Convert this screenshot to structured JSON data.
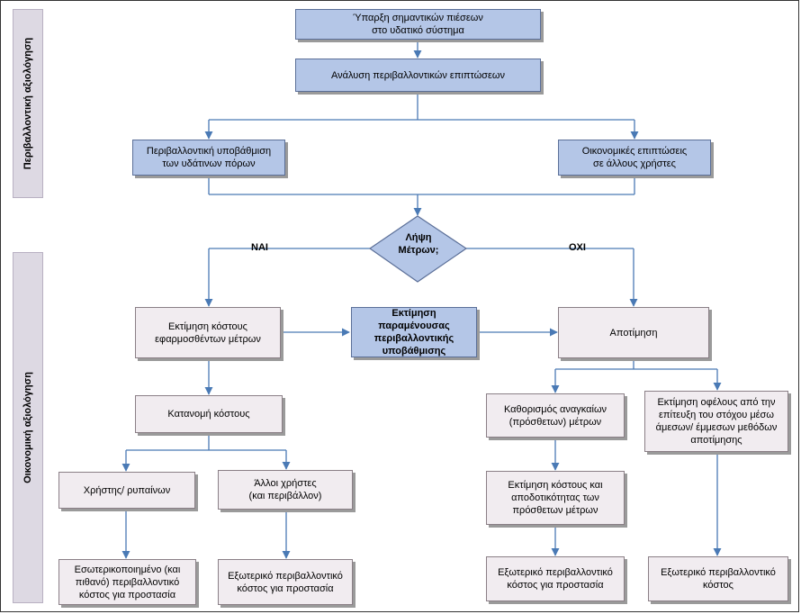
{
  "side_labels": {
    "environmental": "Περιβαλλοντική αξιολόγηση",
    "economic": "Οικονομική αξιολόγηση"
  },
  "boxes": {
    "pressures": "Ύπαρξη σημαντικών πιέσεων\nστο υδατικό σύστημα",
    "impact_analysis": "Ανάλυση περιβαλλοντικών επιπτώσεων",
    "degradation": "Περιβαλλοντική υποβάθμιση\nτων υδάτινων πόρων",
    "economic_impacts": "Οικονομικές επιπτώσεις\nσε άλλους χρήστες",
    "applied_measures_cost": "Εκτίμηση κόστους\nεφαρμοσθέντων μέτρων",
    "remaining_degradation": "Εκτίμηση παραμένουσας\nπεριβαλλοντικής\nυποβάθμισης",
    "valuation": "Αποτίμηση",
    "cost_allocation": "Κατανομή κόστους",
    "polluter_user": "Χρήστης/ ρυπαίνων",
    "other_users": "Άλλοι χρήστες\n(και περιβάλλον)",
    "additional_measures": "Καθορισμός αναγκαίων\n(πρόσθετων) μέτρων",
    "benefit_estimate": "Εκτίμηση οφέλους από την\nεπίτευξη του στόχου μέσω\nάμεσων/ έμμεσων μεθόδων\nαποτίμησης",
    "cost_effectiveness": "Εκτίμηση κόστους και\nαποδοτικότητας των\nπρόσθετων μέτρων",
    "internalized_cost": "Εσωτερικοποιημένο (και\nπιθανό) περιβαλλοντικό\nκόστος για προστασία",
    "external_cost_left": "Εξωτερικό περιβαλλοντικό\nκόστος για προστασία",
    "external_cost_mid": "Εξωτερικό περιβαλλοντικό\nκόστος για προστασία",
    "external_cost_right": "Εξωτερικό περιβαλλοντικό\nκόστος"
  },
  "decision": {
    "question": "Λήψη\nΜέτρων;",
    "yes": "ΝΑΙ",
    "no": "ΟΧΙ"
  },
  "colors": {
    "blue_box": "#b4c6e7",
    "pink_box": "#f1ecf0",
    "side_band": "#ddd9e3",
    "connector": "#4a7ab5"
  }
}
